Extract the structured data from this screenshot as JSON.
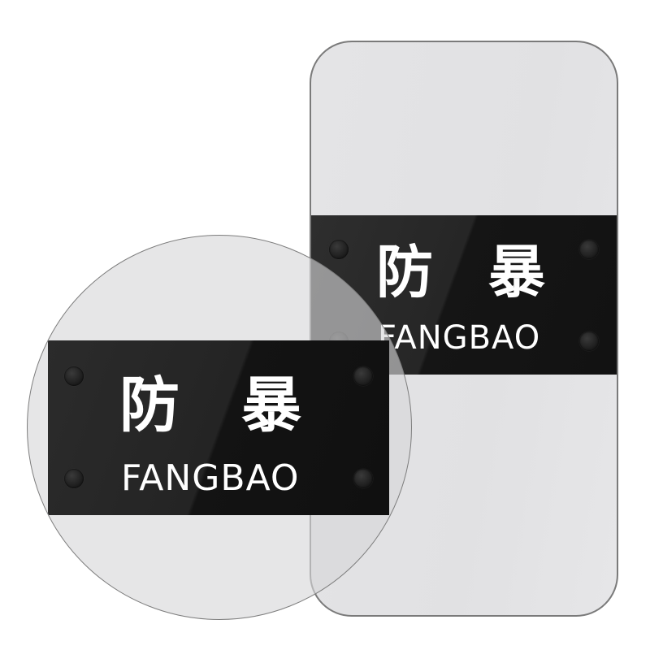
{
  "rect_shield": {
    "title_zh_1": "防",
    "title_zh_2": "暴",
    "title_en": "FANGBAO"
  },
  "round_shield": {
    "title_zh_1": "防",
    "title_zh_2": "暴",
    "title_en": "FANGBAO"
  },
  "colors": {
    "band": "#1a1a1a",
    "shield": "#e2e2e4",
    "text": "#ffffff"
  }
}
